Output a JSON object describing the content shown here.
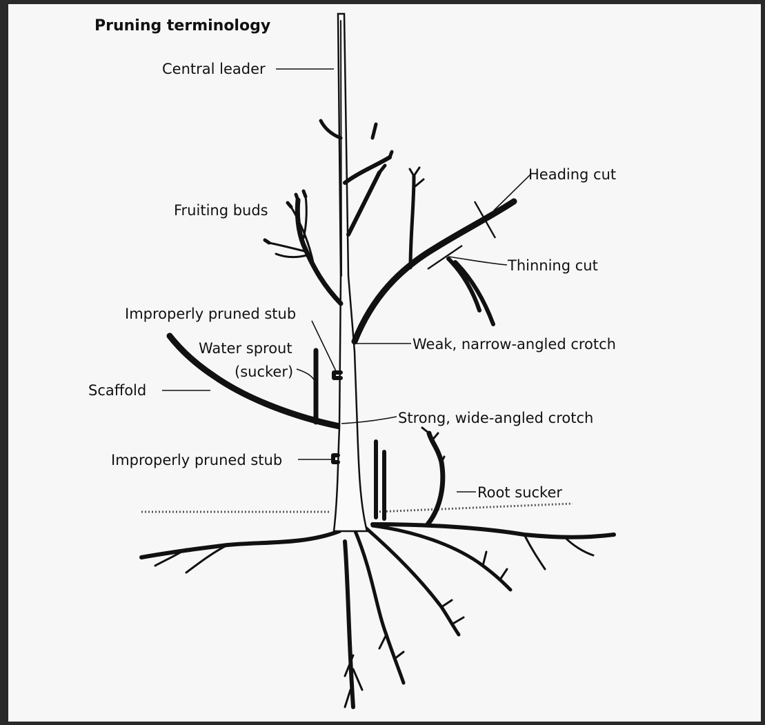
{
  "title": "Pruning terminology",
  "labels": {
    "central_leader": "Central leader",
    "fruiting_buds": "Fruiting buds",
    "heading_cut": "Heading cut",
    "thinning_cut": "Thinning cut",
    "improperly_pruned_stub_upper": "Improperly pruned stub",
    "water_sprout_line1": "Water sprout",
    "water_sprout_line2": "(sucker)",
    "weak_crotch": "Weak, narrow-angled crotch",
    "scaffold": "Scaffold",
    "strong_crotch": "Strong, wide-angled crotch",
    "improperly_pruned_stub_lower": "Improperly pruned stub",
    "root_sucker": "Root sucker"
  },
  "colors": {
    "ink": "#111111",
    "paper": "#f7f7f7",
    "frame": "#2a2a2a"
  }
}
